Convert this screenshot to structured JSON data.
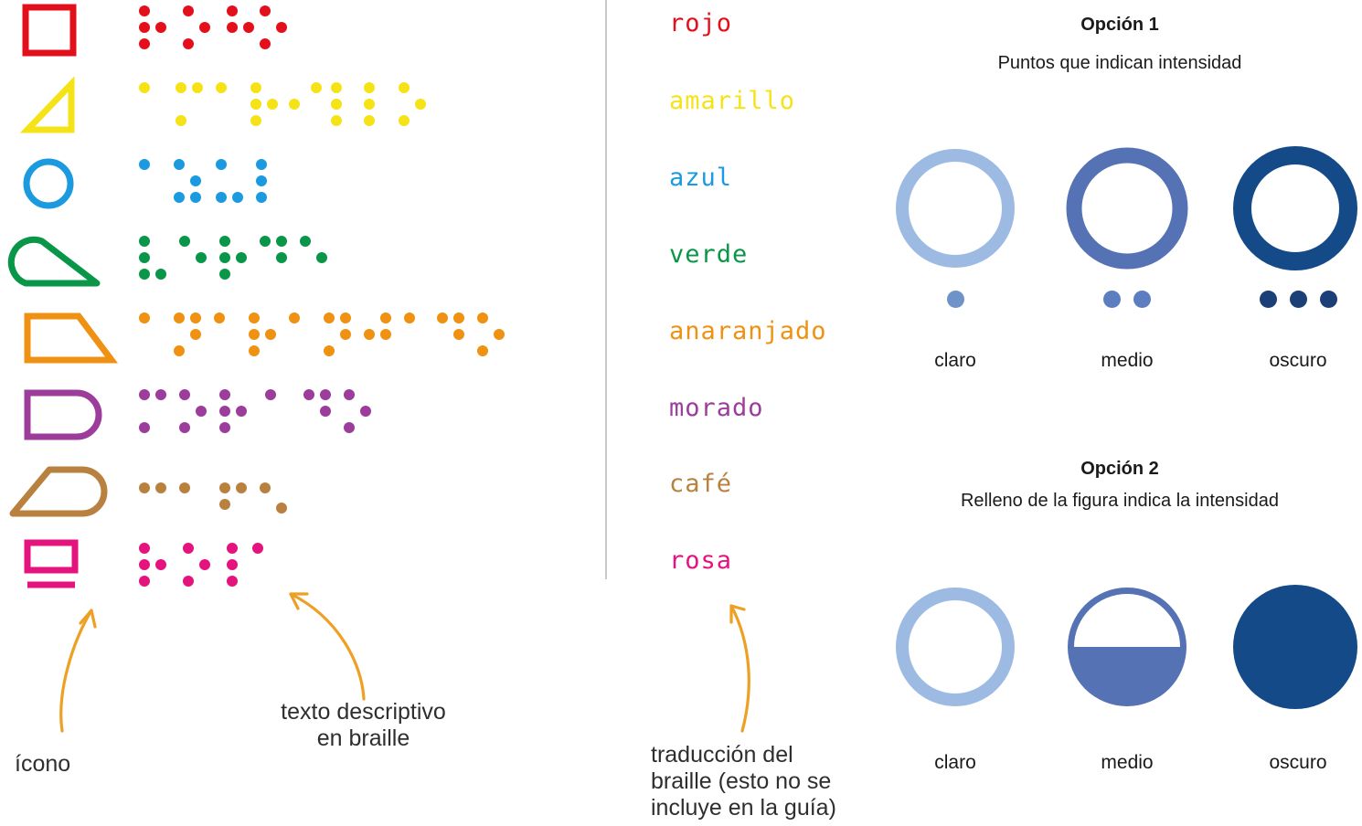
{
  "colors": {
    "red": "#e3101b",
    "yellow": "#f5e317",
    "blue": "#1b9ae0",
    "green": "#0a9648",
    "orange": "#ef9112",
    "purple": "#9c3d9c",
    "brown": "#b9813f",
    "pink": "#e5137e",
    "arrow": "#eda024",
    "divider": "#c9c9c9",
    "text": "#2e2e2e",
    "blue_light": "#9dbbe2",
    "blue_medium": "#5572b5",
    "blue_dark": "#144a87"
  },
  "legend": {
    "rows": [
      {
        "id": "rojo",
        "shape": "square-icon",
        "color_key": "red",
        "word": "rojo",
        "braille_cells": 4
      },
      {
        "id": "amarillo",
        "shape": "right-triangle-icon",
        "color_key": "yellow",
        "word": "amarillo",
        "braille_cells": 8
      },
      {
        "id": "azul",
        "shape": "circle-icon",
        "color_key": "blue",
        "word": "azul",
        "braille_cells": 4
      },
      {
        "id": "verde",
        "shape": "teardrop-icon",
        "color_key": "green",
        "word": "verde",
        "braille_cells": 5
      },
      {
        "id": "anaranjado",
        "shape": "trapezoid-icon",
        "color_key": "orange",
        "word": "anaranjado",
        "braille_cells": 10
      },
      {
        "id": "morado",
        "shape": "rounded-end-rect-icon",
        "color_key": "purple",
        "word": "morado",
        "braille_cells": 6
      },
      {
        "id": "cafe",
        "shape": "slanted-rounded-icon",
        "color_key": "brown",
        "word": "café",
        "braille_cells": 4
      },
      {
        "id": "rosa",
        "shape": "rect-underline-icon",
        "color_key": "pink",
        "word": "rosa",
        "braille_cells": 4
      }
    ]
  },
  "options": {
    "option1": {
      "title": "Opción 1",
      "subtitle": "Puntos que indican intensidad",
      "samples": [
        {
          "label": "claro",
          "dots": 1,
          "color_key": "blue_light"
        },
        {
          "label": "medio",
          "dots": 2,
          "color_key": "blue_medium"
        },
        {
          "label": "oscuro",
          "dots": 3,
          "color_key": "blue_dark"
        }
      ]
    },
    "option2": {
      "title": "Opción 2",
      "subtitle": "Relleno de la figura indica la intensidad",
      "samples": [
        {
          "label": "claro",
          "fill": "none",
          "color_key": "blue_light"
        },
        {
          "label": "medio",
          "fill": "half",
          "color_key": "blue_medium"
        },
        {
          "label": "oscuro",
          "fill": "full",
          "color_key": "blue_dark"
        }
      ]
    }
  },
  "annotations": {
    "icono": "ícono",
    "texto_braille_line1": "texto descriptivo",
    "texto_braille_line2": "en braille",
    "traduccion_line1": "traducción del",
    "traduccion_line2": "braille (esto no se",
    "traduccion_line3": "incluye en la guía)"
  }
}
